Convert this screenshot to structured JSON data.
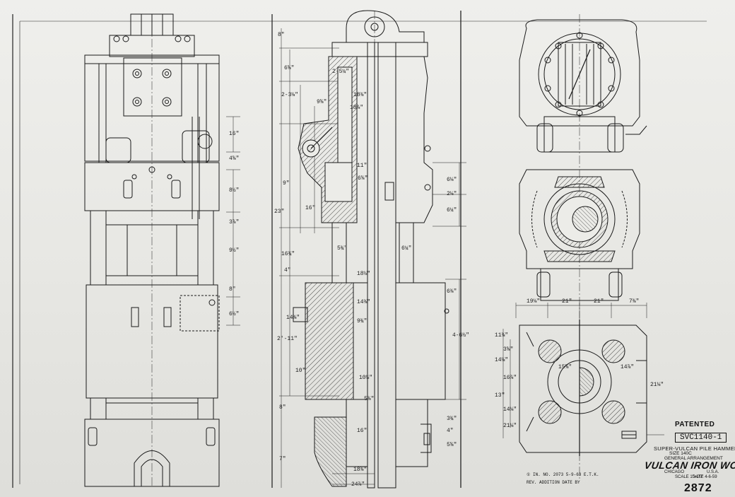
{
  "title_block": {
    "patented_label": "PATENTED",
    "patent_number": "SVC1140-1",
    "product_line": "SUPER-VULCAN PILE HAMMER",
    "size_line": "SIZE 140C",
    "sheet_description": "GENERAL ARRANGEMENT",
    "company": "VULCAN IRON WORKS",
    "city": "CHICAGO",
    "country": "U.S.A.",
    "scale": "SCALE 1\"=1'0\"",
    "date": "DATE 4-6-59",
    "drawing_number": "2872"
  },
  "revisions": {
    "rev_1": "① IN. NO. 2073  5-9-63  E.T.K.",
    "rev_2": "REV. ADDITION DATE  BY"
  },
  "dimensions": {
    "front_right": [
      "16\"",
      "4⅝\"",
      "8½\"",
      "3⅞\"",
      "9½\"",
      "8\"",
      "6½\""
    ],
    "section_left": [
      "8\"",
      "6⅝\"",
      "2-3⅛\"",
      "9\"",
      "16\"",
      "23\"",
      "16¾\"",
      "14⅜\"",
      "4\"",
      "2'-11\"",
      "10\"",
      "8\"",
      "7\""
    ],
    "section_mid": [
      "2-5¼\"",
      "18⅜\"",
      "18⅞\"",
      "9⅝\"",
      "11\"",
      "6⅝\"",
      "5¾\"",
      "6¼\"",
      "18½\"",
      "14⅜\"",
      "9¾\"",
      "10½\"",
      "24⅞\"",
      "16\"",
      "18⅜\"",
      "5⅝\""
    ],
    "section_right": [
      "6⅛\"",
      "2⅛\"",
      "6¼\"",
      "6⅜\"",
      "4-6½\"",
      "3¾\"",
      "4\"",
      "5⅝\""
    ],
    "plan_top": [
      "19⅛\"",
      "21\"",
      "21\"",
      "7⅜\""
    ],
    "plan_left": [
      "11⅜\"",
      "3⅝\"",
      "14⅛\"",
      "16⅞\"",
      "13\"",
      "14⅛\"",
      "21⅛\""
    ],
    "plan_inner": [
      "15⅝\"",
      "14⅞\"",
      "21⅛\""
    ]
  },
  "view_ids": {
    "front": "front-elevation",
    "section": "side-section",
    "top": "top-view",
    "cross_section": "cross-section",
    "plan": "plan-section"
  }
}
